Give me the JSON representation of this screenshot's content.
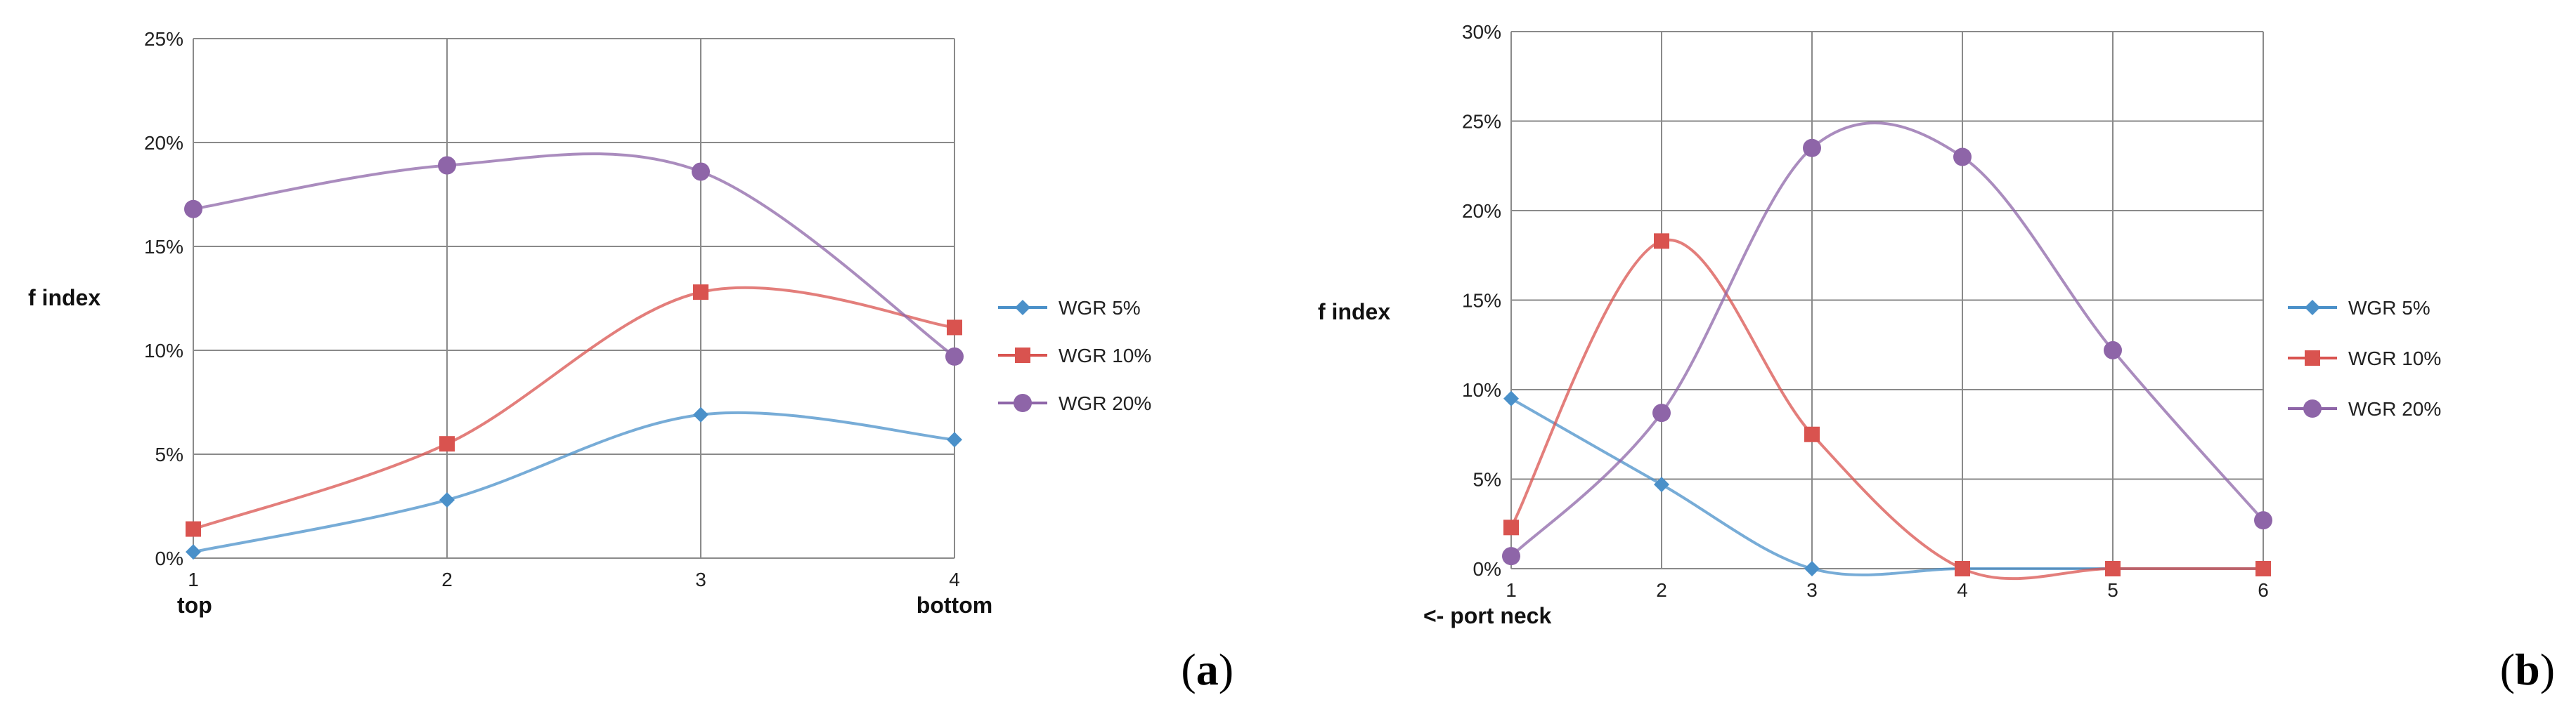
{
  "chart_data": [
    {
      "type": "line",
      "panel_label": "a",
      "ylabel": "f index",
      "ylim": [
        0,
        25
      ],
      "yticks": [
        "0%",
        "5%",
        "10%",
        "15%",
        "20%",
        "25%"
      ],
      "categories": [
        "1",
        "2",
        "3",
        "4"
      ],
      "x_extra_labels": {
        "first": "top",
        "last": "bottom"
      },
      "grid": true,
      "legend": "right",
      "series": [
        {
          "name": "WGR 5%",
          "color": "#4a90c9",
          "marker": "diamond",
          "values": [
            0.3,
            2.8,
            6.9,
            5.7
          ]
        },
        {
          "name": "WGR 10%",
          "color": "#d9534f",
          "marker": "square",
          "values": [
            1.4,
            5.5,
            12.8,
            11.1
          ]
        },
        {
          "name": "WGR 20%",
          "color": "#8e65a8",
          "marker": "circle",
          "values": [
            16.8,
            18.9,
            18.6,
            9.7
          ]
        }
      ]
    },
    {
      "type": "line",
      "panel_label": "b",
      "ylabel": "f index",
      "ylim": [
        0,
        30
      ],
      "yticks": [
        "0%",
        "5%",
        "10%",
        "15%",
        "20%",
        "25%",
        "30%"
      ],
      "categories": [
        "1",
        "2",
        "3",
        "4",
        "5",
        "6"
      ],
      "x_extra_labels": {
        "first": "<- port neck",
        "last": ""
      },
      "grid": true,
      "legend": "right",
      "series": [
        {
          "name": "WGR 5%",
          "color": "#4a90c9",
          "marker": "diamond",
          "values": [
            9.5,
            4.7,
            0,
            0,
            0,
            0
          ]
        },
        {
          "name": "WGR 10%",
          "color": "#d9534f",
          "marker": "square",
          "values": [
            2.3,
            18.3,
            7.5,
            0,
            0,
            0
          ]
        },
        {
          "name": "WGR 20%",
          "color": "#8e65a8",
          "marker": "circle",
          "values": [
            0.7,
            8.7,
            23.5,
            23.0,
            12.2,
            2.7
          ]
        }
      ]
    }
  ]
}
